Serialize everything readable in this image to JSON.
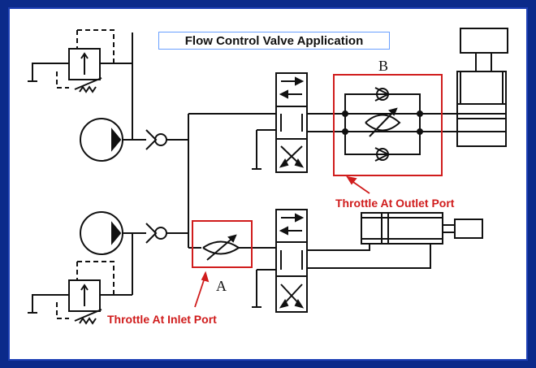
{
  "title": "Flow Control Valve Application",
  "labels": {
    "a": "A",
    "b": "B",
    "outlet": "Throttle At Outlet Port",
    "inlet": "Throttle At Inlet Port"
  },
  "colors": {
    "frame": "#0b2a8a",
    "highlight": "#d01c1c",
    "line": "#111111"
  }
}
